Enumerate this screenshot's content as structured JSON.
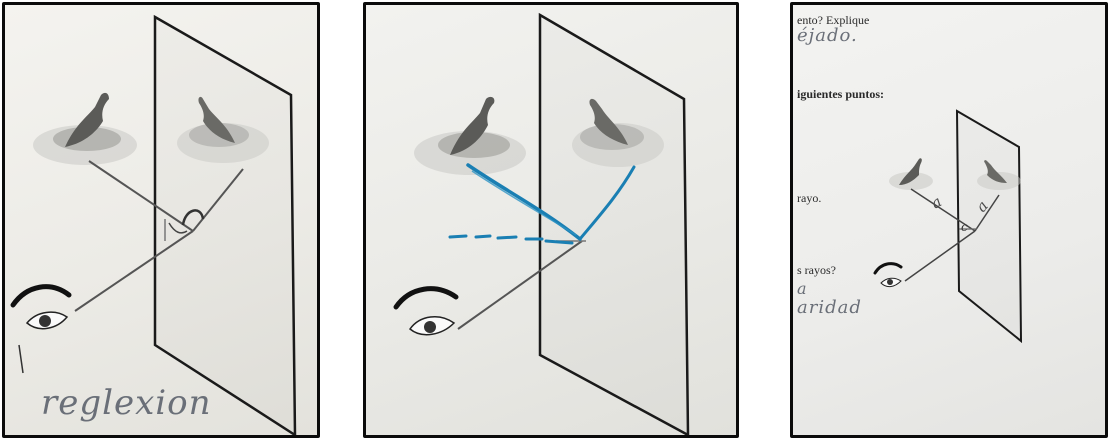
{
  "photos": [
    {
      "handwriting": "reglexion"
    },
    {
      "ray_color": "#1a7fb3"
    },
    {
      "printed_lines": [
        "ento? Explique",
        "iguientes puntos:",
        "rayo.",
        "s rayos?"
      ],
      "handwriting": [
        "éjado.",
        "a",
        "aridad"
      ],
      "angle_labels": [
        "a",
        "a",
        "c"
      ]
    }
  ]
}
